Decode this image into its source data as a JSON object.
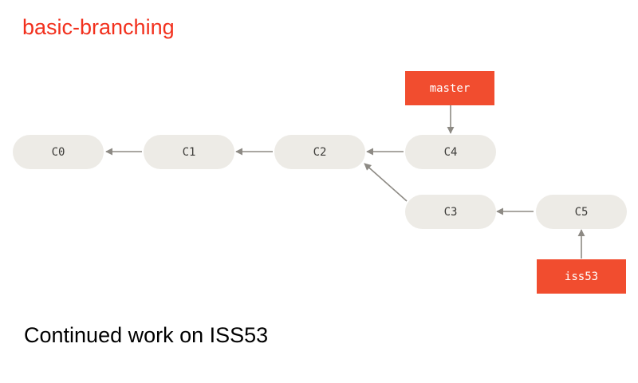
{
  "title": "basic-branching",
  "caption": "Continued work on ISS53",
  "colors": {
    "title": "#f2301d",
    "commit_fill": "#edebe6",
    "branch_fill": "#f14d2f",
    "arrow": "#8d8a84"
  },
  "commits": [
    {
      "id": "C0",
      "label": "C0"
    },
    {
      "id": "C1",
      "label": "C1"
    },
    {
      "id": "C2",
      "label": "C2"
    },
    {
      "id": "C4",
      "label": "C4"
    },
    {
      "id": "C3",
      "label": "C3"
    },
    {
      "id": "C5",
      "label": "C5"
    }
  ],
  "branches": [
    {
      "id": "master",
      "label": "master",
      "points_to": "C4"
    },
    {
      "id": "iss53",
      "label": "iss53",
      "points_to": "C5"
    }
  ],
  "parent_edges": [
    {
      "from": "C1",
      "to": "C0"
    },
    {
      "from": "C2",
      "to": "C1"
    },
    {
      "from": "C4",
      "to": "C2"
    },
    {
      "from": "C3",
      "to": "C2"
    },
    {
      "from": "C5",
      "to": "C3"
    }
  ]
}
